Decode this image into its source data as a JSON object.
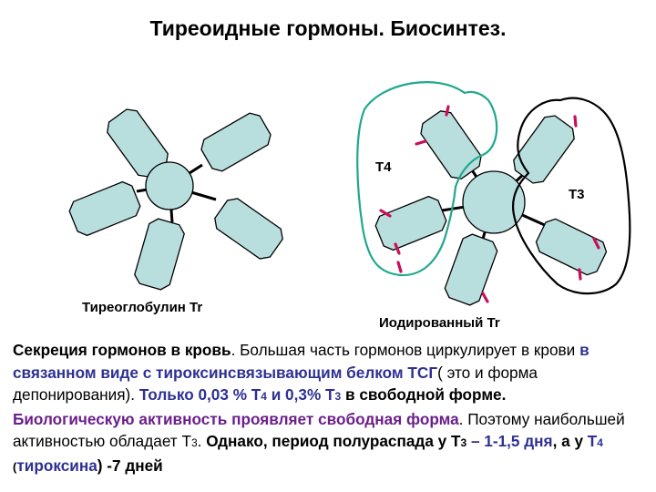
{
  "title": "Тиреоидные гормоны. Биосинтез.",
  "labels": {
    "tg": "Тиреоглобулин Tr",
    "iodinated": "Иодированный Tr",
    "t4": "T4",
    "t3": "T3"
  },
  "colors": {
    "hex_fill": "#b9dede",
    "t4_outline": "#1fa88e",
    "iodine_mark": "#c8105a",
    "blue_text": "#2e3192",
    "red_text": "#c00000"
  },
  "paragraph": {
    "s1": "Секреция гормонов в кровь",
    "s2": ". Большая часть гормонов циркулирует в крови ",
    "s3": "в связанном виде с тироксинсвязывающим белком ТСГ",
    "s4": "( это и форма депонирования). ",
    "s5": "Только 0,03 % Т",
    "s5sub": "4",
    "s6": " и  0,3% Т",
    "s6sub": "3",
    "s7": " в свободной форме.",
    "s8": "Биологическую активность проявляет свободная форма",
    "s9": ". Поэтому наибольшей активностью обладает Т",
    "s9sub": "3",
    "s10": ". ",
    "s11": "Однако, период полураспада у Т",
    "s11sub": "3",
    "s12": " – 1-1,5 дня",
    "s13": ", а у ",
    "s14": "Т",
    "s14sub": "4",
    "s15": " (",
    "s16": "тироксина",
    "s17": ") -7 дней"
  }
}
